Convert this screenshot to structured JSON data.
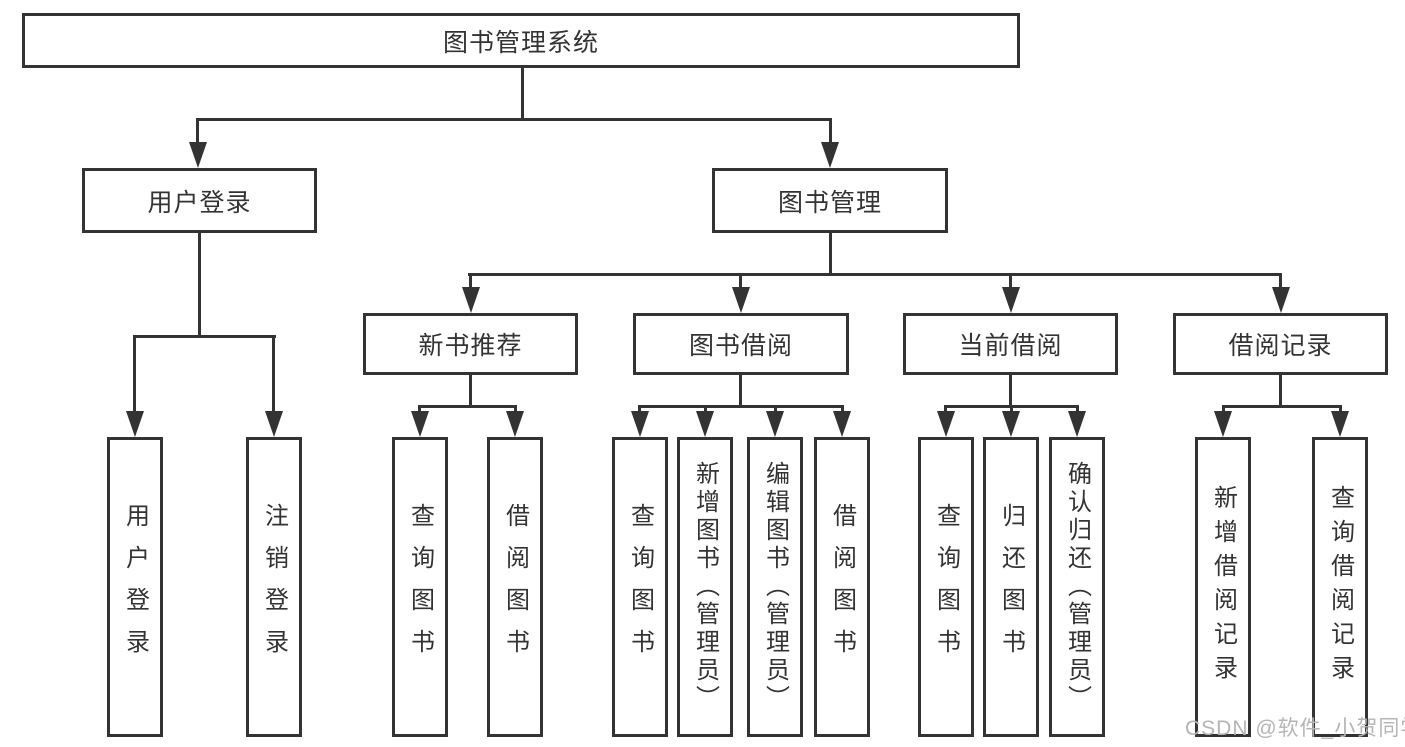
{
  "diagram": {
    "title": "图书管理系统",
    "level2": [
      {
        "label": "用户登录",
        "children": [
          "用户登录",
          "注销登录"
        ]
      },
      {
        "label": "图书管理"
      }
    ],
    "level3": [
      {
        "label": "新书推荐",
        "children": [
          "查询图书",
          "借阅图书"
        ]
      },
      {
        "label": "图书借阅",
        "children": [
          "查询图书",
          "新增图书（管理员）",
          "编辑图书（管理员）",
          "借阅图书"
        ]
      },
      {
        "label": "当前借阅",
        "children": [
          "查询图书",
          "归还图书",
          "确认归还（管理员）"
        ]
      },
      {
        "label": "借阅记录",
        "children": [
          "新增借阅记录",
          "查询借阅记录"
        ]
      }
    ]
  },
  "watermark": "CSDN @软件_小贺同学",
  "colors": {
    "line": "#333333",
    "text": "#333333",
    "watermark": "#b5b5b5",
    "background": "#ffffff"
  }
}
